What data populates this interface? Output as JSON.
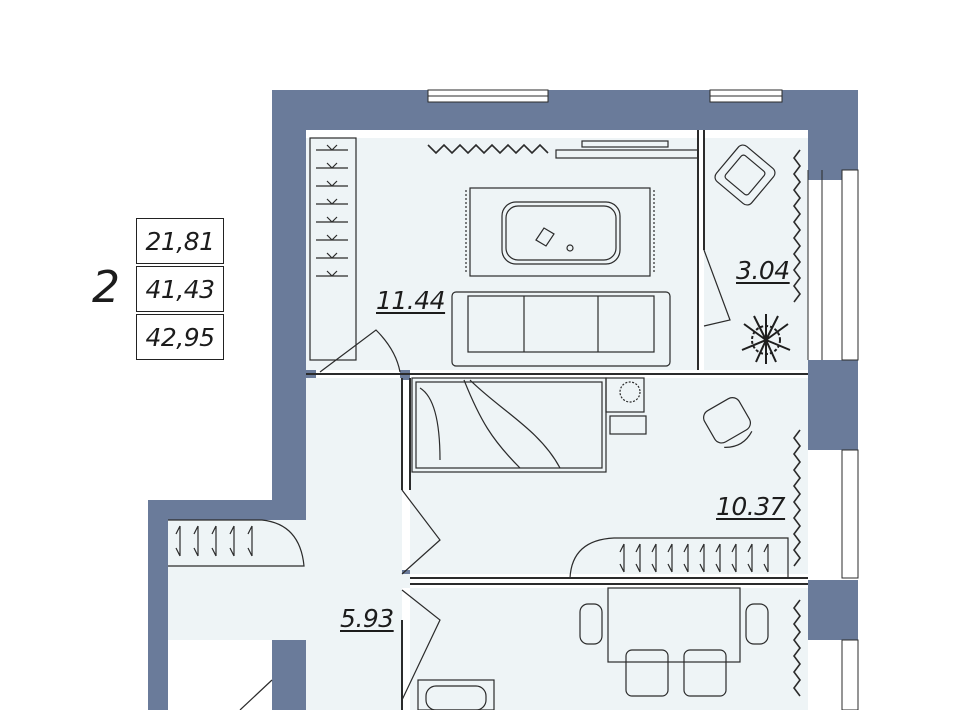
{
  "legend": {
    "rooms_count": "2",
    "living_area": "21,81",
    "total_area": "41,43",
    "total_area_with_balcony": "42,95"
  },
  "rooms": {
    "living_room": "11.44",
    "balcony": "3.04",
    "bedroom": "10.37",
    "hallway": "5.93"
  },
  "colors": {
    "wall": "#6a7b9a",
    "floor": "#eef4f6",
    "window_frame": "#ffffff",
    "line": "#2b2b2b"
  },
  "icons": [
    "wardrobe-icon",
    "sofa-icon",
    "rug-icon",
    "armchair-icon",
    "plant-icon",
    "bed-icon",
    "desk-chair-icon",
    "dining-table-icon",
    "curtain-icon",
    "door-icon"
  ]
}
